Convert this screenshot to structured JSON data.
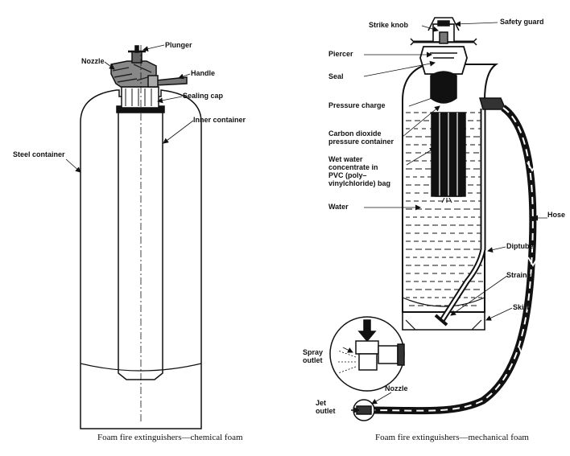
{
  "left_figure": {
    "caption": "Foam fire extinguishers—chemical foam",
    "labels": {
      "plunger": "Plunger",
      "nozzle": "Nozzle",
      "handle": "Handle",
      "sealing_cap": "Sealing cap",
      "inner_container": "Inner container",
      "steel_container": "Steel container"
    }
  },
  "right_figure": {
    "caption": "Foam fire extinguishers—mechanical foam",
    "labels": {
      "strike_knob": "Strike knob",
      "safety_guard": "Safety guard",
      "piercer": "Piercer",
      "seal": "Seal",
      "pressure_charge": "Pressure charge",
      "co2_line1": "Carbon dioxide",
      "co2_line2": "pressure container",
      "wet_line1": "Wet water",
      "wet_line2": "concentrate in",
      "wet_line3": "PVC (poly–",
      "wet_line4": "vinylchloride) bag",
      "water": "Water",
      "hose": "Hose",
      "diptube": "Diptube",
      "strainer": "Strainer",
      "skirt": "Skirt",
      "spray_line1": "Spray",
      "spray_line2": "outlet",
      "nozzle": "Nozzle",
      "jet_line1": "Jet",
      "jet_line2": "outlet"
    }
  }
}
